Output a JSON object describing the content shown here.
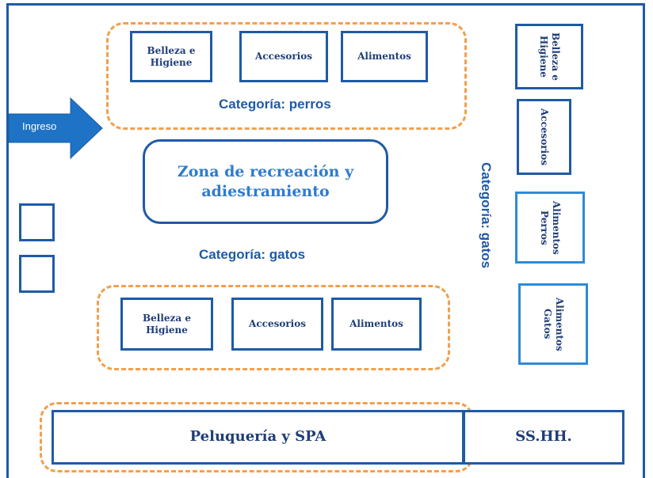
{
  "entrance": {
    "label": "Ingreso"
  },
  "perros": {
    "title": "Categoría: perros",
    "boxes": [
      "Belleza e\nHigiene",
      "Accesorios",
      "Alimentos"
    ]
  },
  "zona": {
    "label": "Zona de recreación y\nadiestramiento"
  },
  "gatos": {
    "title": "Categoría: gatos",
    "boxes": [
      "Belleza e\nHigiene",
      "Accesorios",
      "Alimentos"
    ]
  },
  "right_column": {
    "title": "Categoría: gatos",
    "boxes": [
      "Belleza e\nHigiene",
      "Accesorios",
      "Alimentos\nPerros",
      "Alimentos\nGatos"
    ]
  },
  "bottom": {
    "peluqueria": "Peluquería y SPA",
    "sshh": "SS.HH."
  },
  "colors": {
    "outline": "#1f5aa6",
    "dashed": "#f0a050",
    "arrow": "#1f73c6",
    "text": "#1f3e78"
  }
}
